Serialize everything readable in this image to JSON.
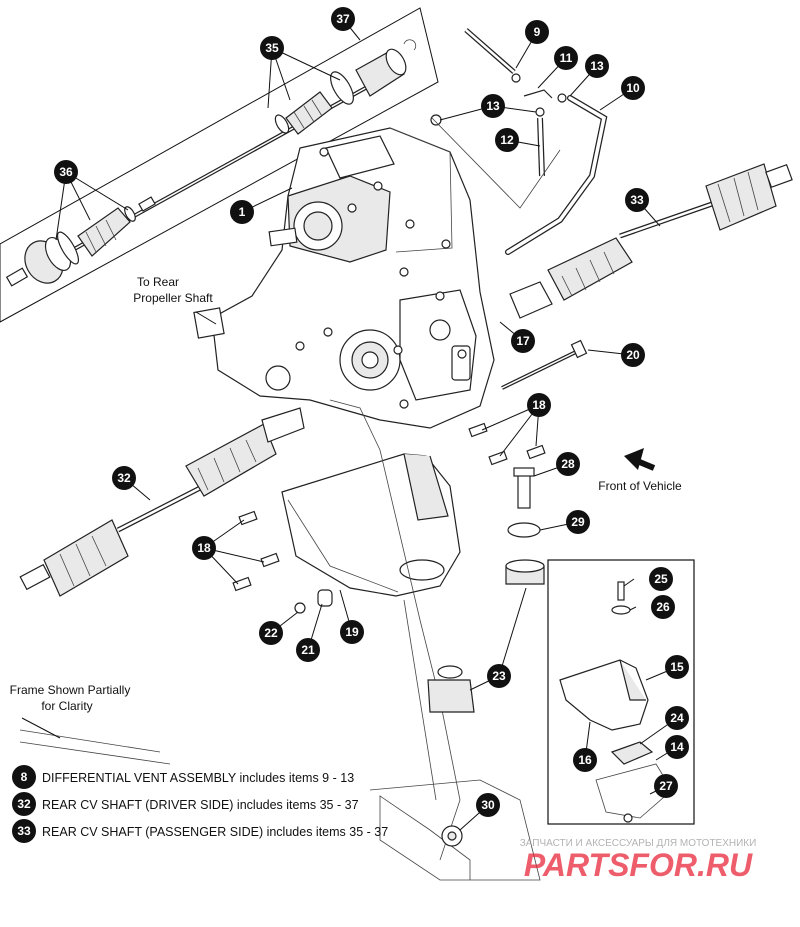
{
  "callouts": {
    "c1": "1",
    "c9": "9",
    "c10": "10",
    "c11": "11",
    "c12": "12",
    "c13a": "13",
    "c13b": "13",
    "c14": "14",
    "c15": "15",
    "c16": "16",
    "c17": "17",
    "c18a": "18",
    "c18b": "18",
    "c19": "19",
    "c20": "20",
    "c21": "21",
    "c22": "22",
    "c23": "23",
    "c24": "24",
    "c25": "25",
    "c26": "26",
    "c27": "27",
    "c28": "28",
    "c29": "29",
    "c30": "30",
    "c32": "32",
    "c33": "33",
    "c35": "35",
    "c36": "36",
    "c37": "37"
  },
  "labels": {
    "to_rear_line1": "To Rear",
    "to_rear_line2": "Propeller Shaft",
    "front_of_vehicle": "Front of Vehicle",
    "frame_line1": "Frame Shown Partially",
    "frame_line2": "for Clarity"
  },
  "notes": [
    {
      "num": "8",
      "text": "DIFFERENTIAL VENT ASSEMBLY includes items 9 - 13"
    },
    {
      "num": "32",
      "text": "REAR CV SHAFT (DRIVER SIDE) includes items 35 - 37"
    },
    {
      "num": "33",
      "text": "REAR CV SHAFT (PASSENGER SIDE) includes items 35 - 37"
    }
  ],
  "watermark": {
    "tagline": "ЗАПЧАСТИ И АКСЕССУАРЫ ДЛЯ МОТОТЕХНИКИ",
    "logo": "PARTSFOR.RU",
    "color": "#e8283a"
  }
}
